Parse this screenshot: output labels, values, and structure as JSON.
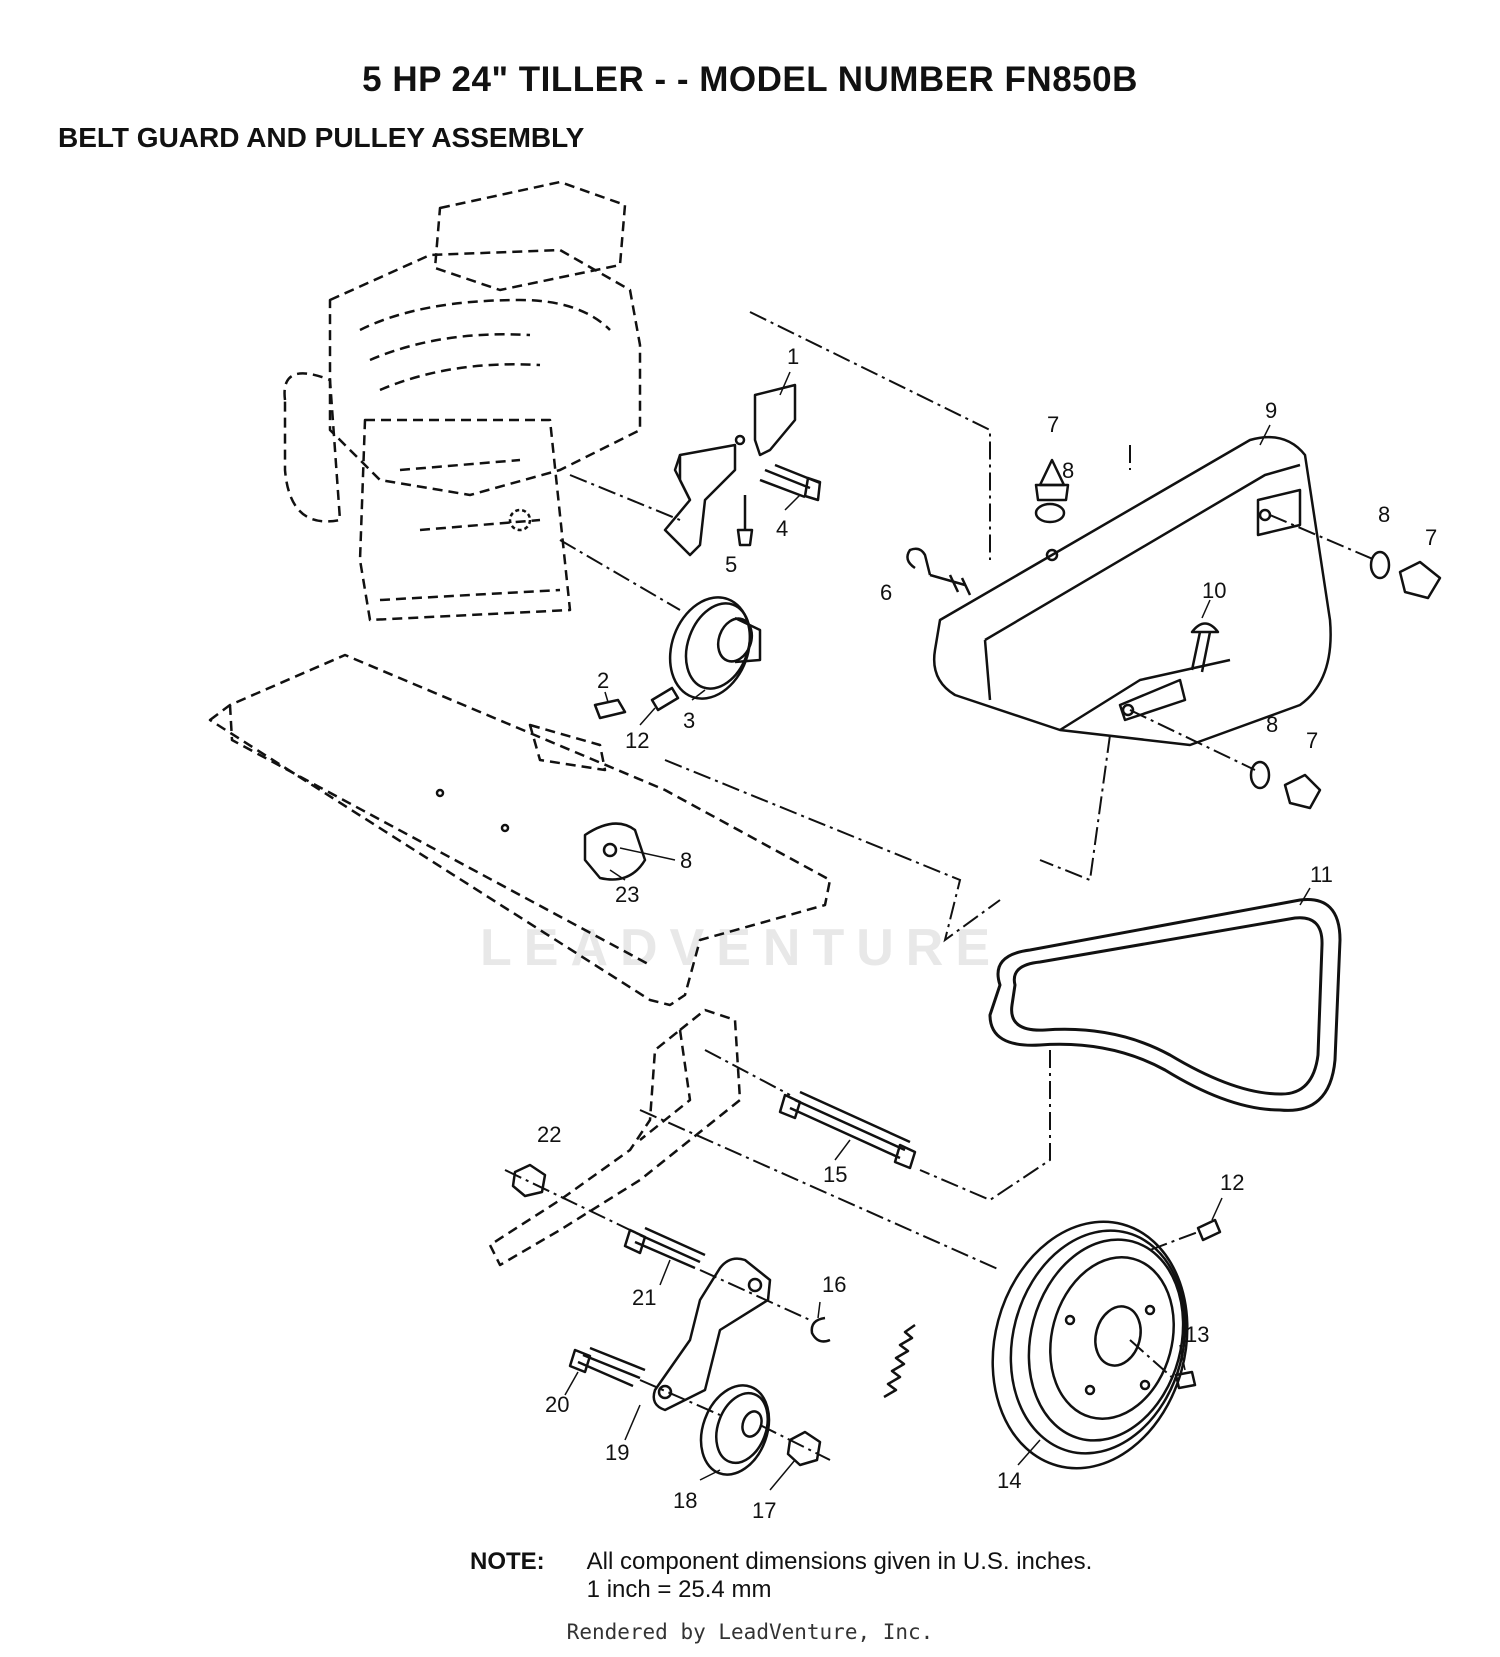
{
  "header": {
    "title": "5 HP 24\" TILLER - - MODEL NUMBER FN850B",
    "subtitle": "BELT GUARD AND PULLEY ASSEMBLY"
  },
  "callouts": {
    "c1": "1",
    "c2": "2",
    "c3": "3",
    "c4": "4",
    "c5": "5",
    "c6": "6",
    "c7a": "7",
    "c7b": "7",
    "c7c": "7",
    "c8a": "8",
    "c8b": "8",
    "c8c": "8",
    "c8d": "8",
    "c9": "9",
    "c10": "10",
    "c11": "11",
    "c12a": "12",
    "c12b": "12",
    "c13": "13",
    "c14": "14",
    "c15": "15",
    "c16": "16",
    "c17": "17",
    "c18": "18",
    "c19": "19",
    "c20": "20",
    "c21": "21",
    "c22": "22",
    "c23": "23"
  },
  "note": {
    "label": "NOTE:",
    "line1": "All component dimensions given in U.S. inches.",
    "line2": "1 inch = 25.4 mm"
  },
  "watermark": "LEADVENTURE",
  "footer": "Rendered by LeadVenture, Inc."
}
